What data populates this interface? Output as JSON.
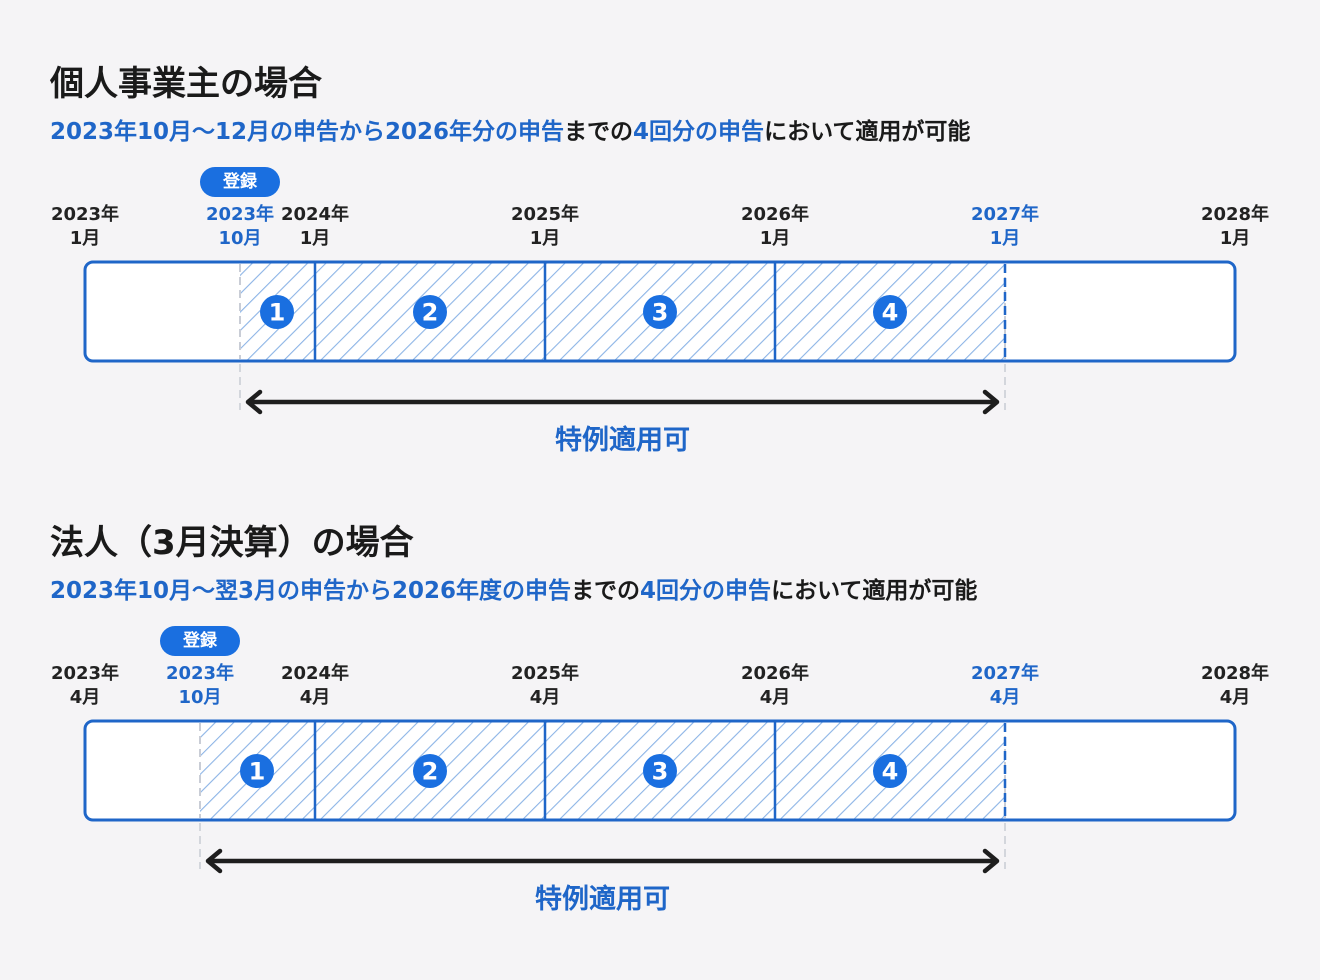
{
  "colors": {
    "accent": "#1f66c8",
    "badge": "#1a6fe0",
    "text": "#1a1a1a",
    "background": "#f5f4f6",
    "hatch": "#8cb4e6"
  },
  "sections": [
    {
      "title": "個人事業主の場合",
      "subtitle_parts": [
        {
          "text": "2023年10月〜12月の申告から2026年分の申告",
          "style": "blue"
        },
        {
          "text": "までの",
          "style": "dark"
        },
        {
          "text": "4回分の申告",
          "style": "blue"
        },
        {
          "text": "において適用が可能",
          "style": "dark"
        }
      ],
      "badge": "登録",
      "ticks": [
        {
          "year": "2023年",
          "month": "1月",
          "highlight": false
        },
        {
          "year": "2023年",
          "month": "10月",
          "highlight": true
        },
        {
          "year": "2024年",
          "month": "1月",
          "highlight": false
        },
        {
          "year": "2025年",
          "month": "1月",
          "highlight": false
        },
        {
          "year": "2026年",
          "month": "1月",
          "highlight": false
        },
        {
          "year": "2027年",
          "month": "1月",
          "highlight": true
        },
        {
          "year": "2028年",
          "month": "1月",
          "highlight": false
        }
      ],
      "periods": [
        "1",
        "2",
        "3",
        "4"
      ],
      "span_label": "特例適用可"
    },
    {
      "title": "法人（3月決算）の場合",
      "subtitle_parts": [
        {
          "text": "2023年10月〜翌3月の申告から2026年度の申告",
          "style": "blue"
        },
        {
          "text": "までの",
          "style": "dark"
        },
        {
          "text": "4回分の申告",
          "style": "blue"
        },
        {
          "text": "において適用が可能",
          "style": "dark"
        }
      ],
      "badge": "登録",
      "ticks": [
        {
          "year": "2023年",
          "month": "4月",
          "highlight": false
        },
        {
          "year": "2023年",
          "month": "10月",
          "highlight": true
        },
        {
          "year": "2024年",
          "month": "4月",
          "highlight": false
        },
        {
          "year": "2025年",
          "month": "4月",
          "highlight": false
        },
        {
          "year": "2026年",
          "month": "4月",
          "highlight": false
        },
        {
          "year": "2027年",
          "month": "4月",
          "highlight": true
        },
        {
          "year": "2028年",
          "month": "4月",
          "highlight": false
        }
      ],
      "periods": [
        "1",
        "2",
        "3",
        "4"
      ],
      "span_label": "特例適用可"
    }
  ]
}
